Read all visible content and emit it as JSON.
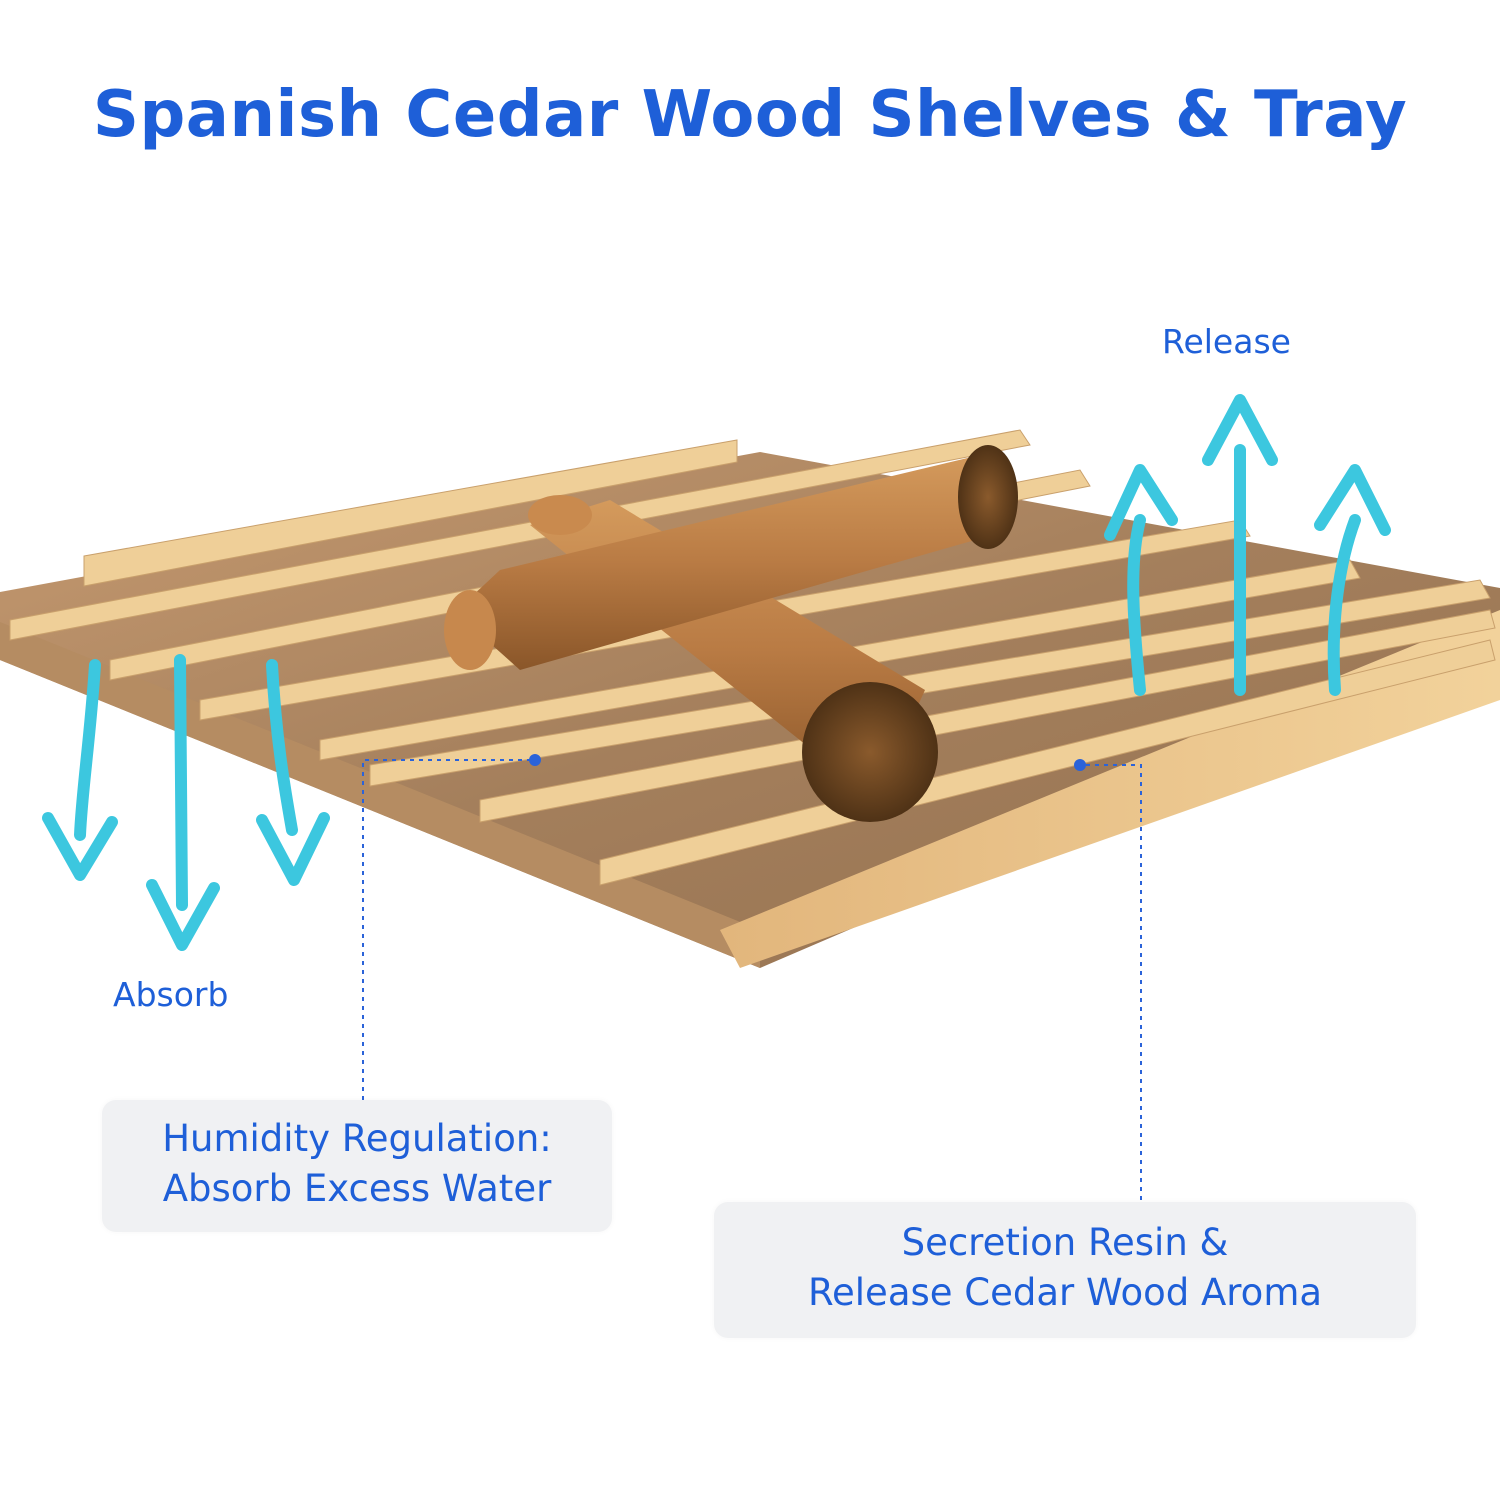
{
  "title": "Spanish Cedar Wood Shelves & Tray",
  "labels": {
    "release": "Release",
    "absorb": "Absorb"
  },
  "callouts": {
    "humidity": {
      "line1": "Humidity Regulation:",
      "line2": "Absorb Excess Water"
    },
    "resin": {
      "line1": "Secretion Resin &",
      "line2": "Release Cedar Wood Aroma"
    }
  },
  "colors": {
    "accent": "#1e5fd8",
    "arrow": "#6fd3e8",
    "wood_light": "#e9c48c",
    "wood_dark": "#a67f5b",
    "cigar": "#b7763e"
  },
  "icons": [
    "arrow-up-icon",
    "arrow-down-icon"
  ]
}
